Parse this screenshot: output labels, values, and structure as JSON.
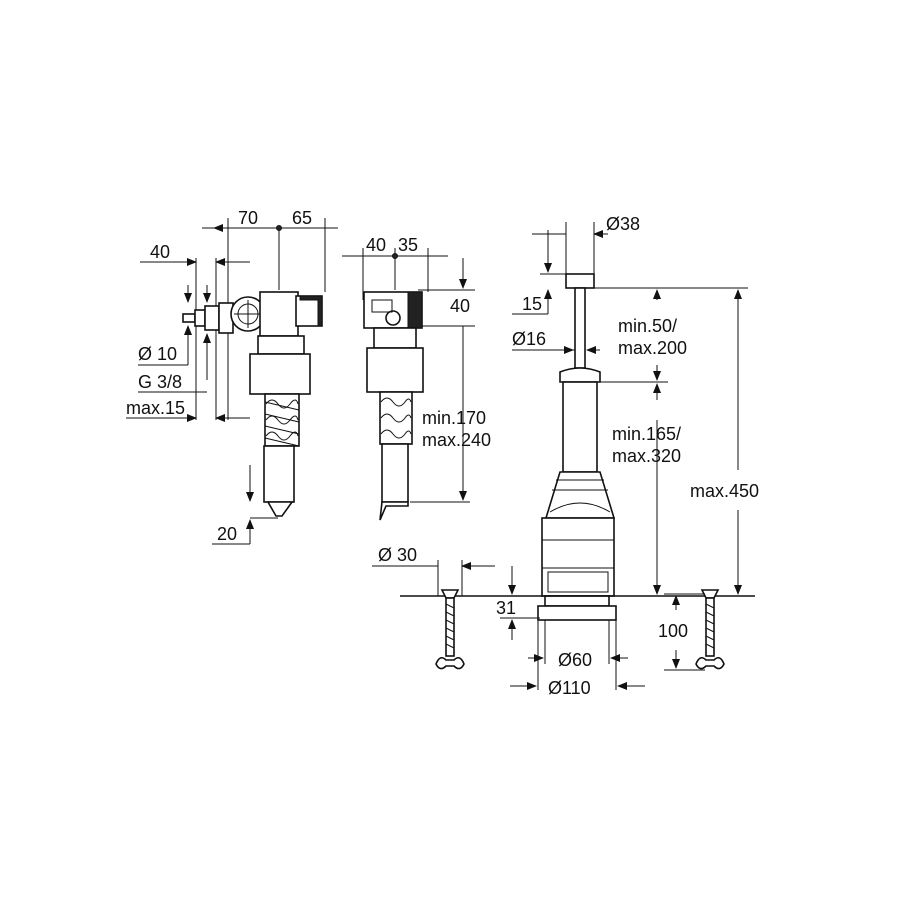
{
  "diagram": {
    "fill_valve_side": {
      "dim_70": "70",
      "dim_65": "65",
      "dim_40": "40",
      "dim_phi10": "Ø 10",
      "dim_g38": "G 3/8",
      "dim_max15": "max.15",
      "dim_20": "20"
    },
    "fill_valve_front": {
      "dim_40_left": "40",
      "dim_35": "35",
      "dim_40_right": "40",
      "height_min": "min.170",
      "height_max": "max.240"
    },
    "flush_valve": {
      "dim_phi38": "Ø38",
      "dim_15": "15",
      "dim_phi16": "Ø16",
      "stroke_min": "min.50/",
      "stroke_max": "max.200",
      "height_min": "min.165/",
      "height_max": "max.320",
      "overall_max": "max.450",
      "dim_phi30": "Ø 30",
      "dim_31": "31",
      "dim_100": "100",
      "dim_phi60": "Ø60",
      "dim_phi110": "Ø110"
    }
  }
}
